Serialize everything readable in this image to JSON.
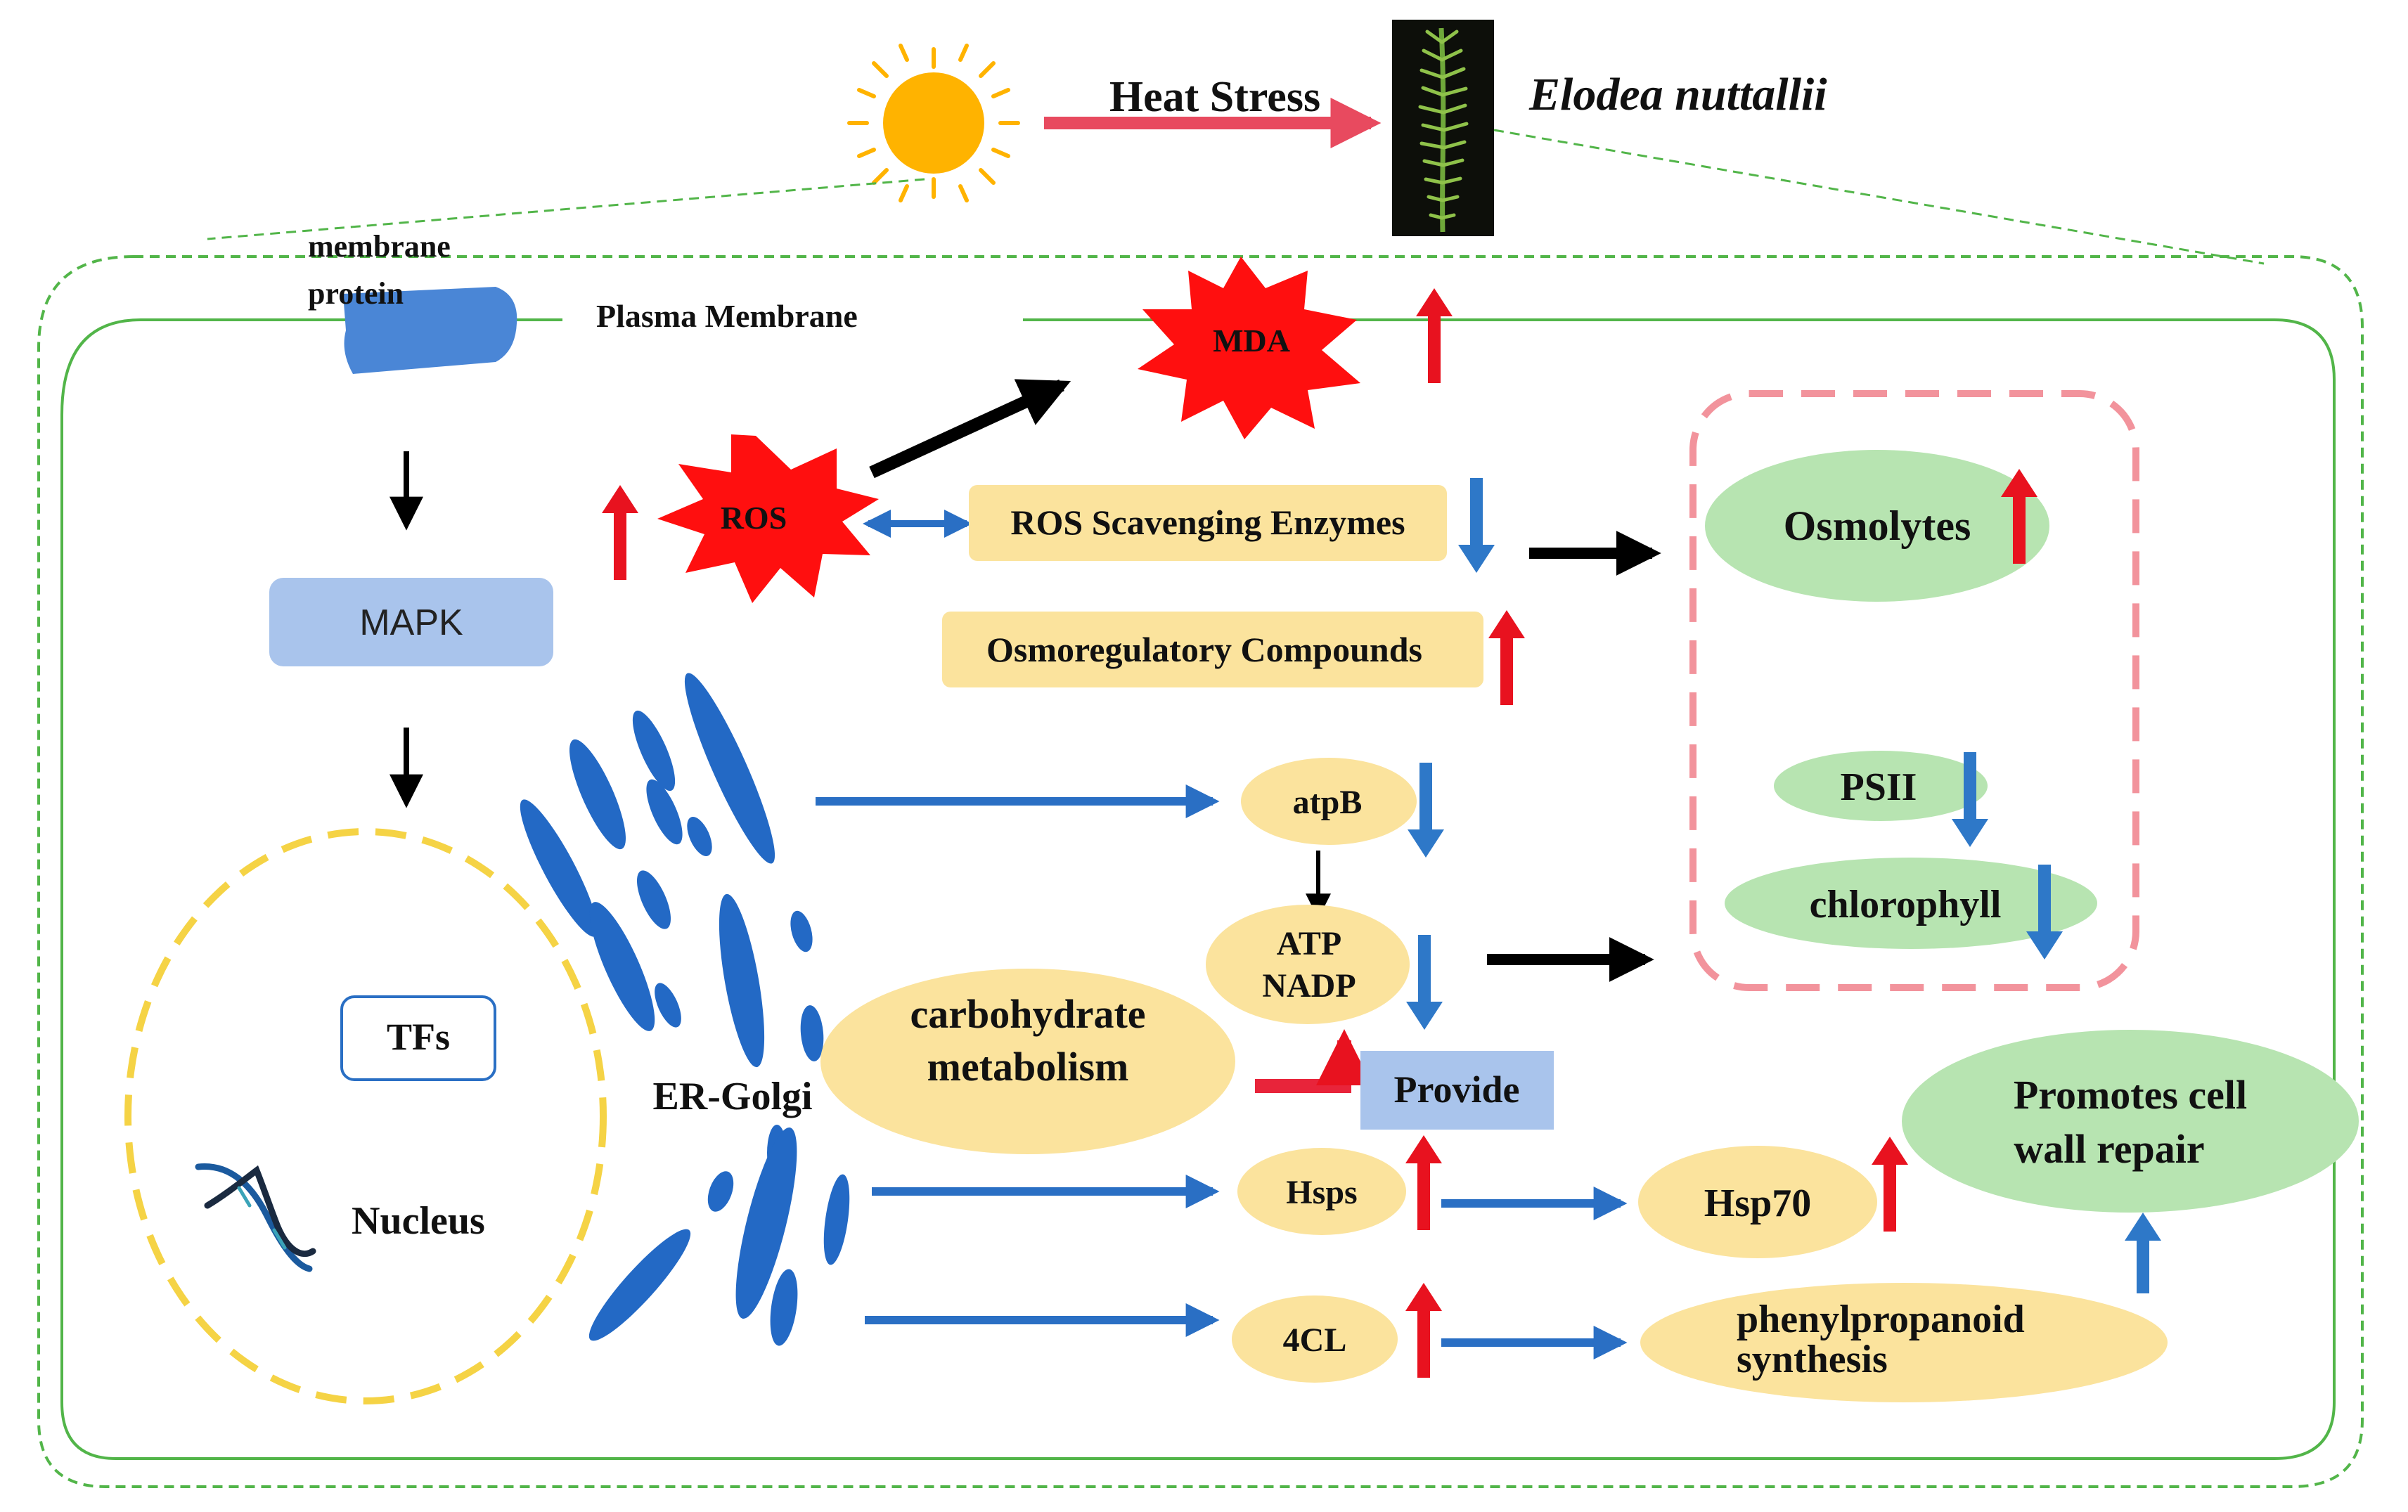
{
  "header": {
    "stress_label": "Heat Stress",
    "species": "Elodea nuttallii"
  },
  "membrane": {
    "protein_label_line1": "membrane",
    "protein_label_line2": "protein",
    "plasma_label": "Plasma Membrane"
  },
  "signaling": {
    "mapk": "MAPK",
    "tfs": "TFs",
    "nucleus": "Nucleus",
    "er_golgi": "ER-Golgi"
  },
  "stress_markers": {
    "mda": "MDA",
    "ros": "ROS"
  },
  "boxes": {
    "ros_enzymes": "ROS Scavenging Enzymes",
    "osmoregulatory": "Osmoregulatory Compounds",
    "provide": "Provide"
  },
  "nodes": {
    "atpb": "atpB",
    "atp": "ATP",
    "nadp": "NADP",
    "carb_line1": "carbohydrate",
    "carb_line2": "metabolism",
    "hsps": "Hsps",
    "hsp70": "Hsp70",
    "cl4": "4CL",
    "phenyl_line1": "phenylpropanoid",
    "phenyl_line2": "synthesis",
    "osmolytes": "Osmolytes",
    "psii": "PSII",
    "chlorophyll": "chlorophyll",
    "repair_line1": "Promotes cell",
    "repair_line2": "wall repair"
  },
  "colors": {
    "up_arrow": "#e8121f",
    "down_arrow": "#2e78c8",
    "flow_arrow": "#2a6fc4",
    "yellow_fill": "#fbe39d",
    "green_fill": "#b7e4b1",
    "blue_box": "#a9c4ec",
    "organelle": "#2369c5",
    "membrane_green": "#52b549",
    "nucleus_border": "#f5d345",
    "pink_dashed": "#f2939c",
    "star_red": "#ff0f0f",
    "sun": "#ffb300"
  }
}
